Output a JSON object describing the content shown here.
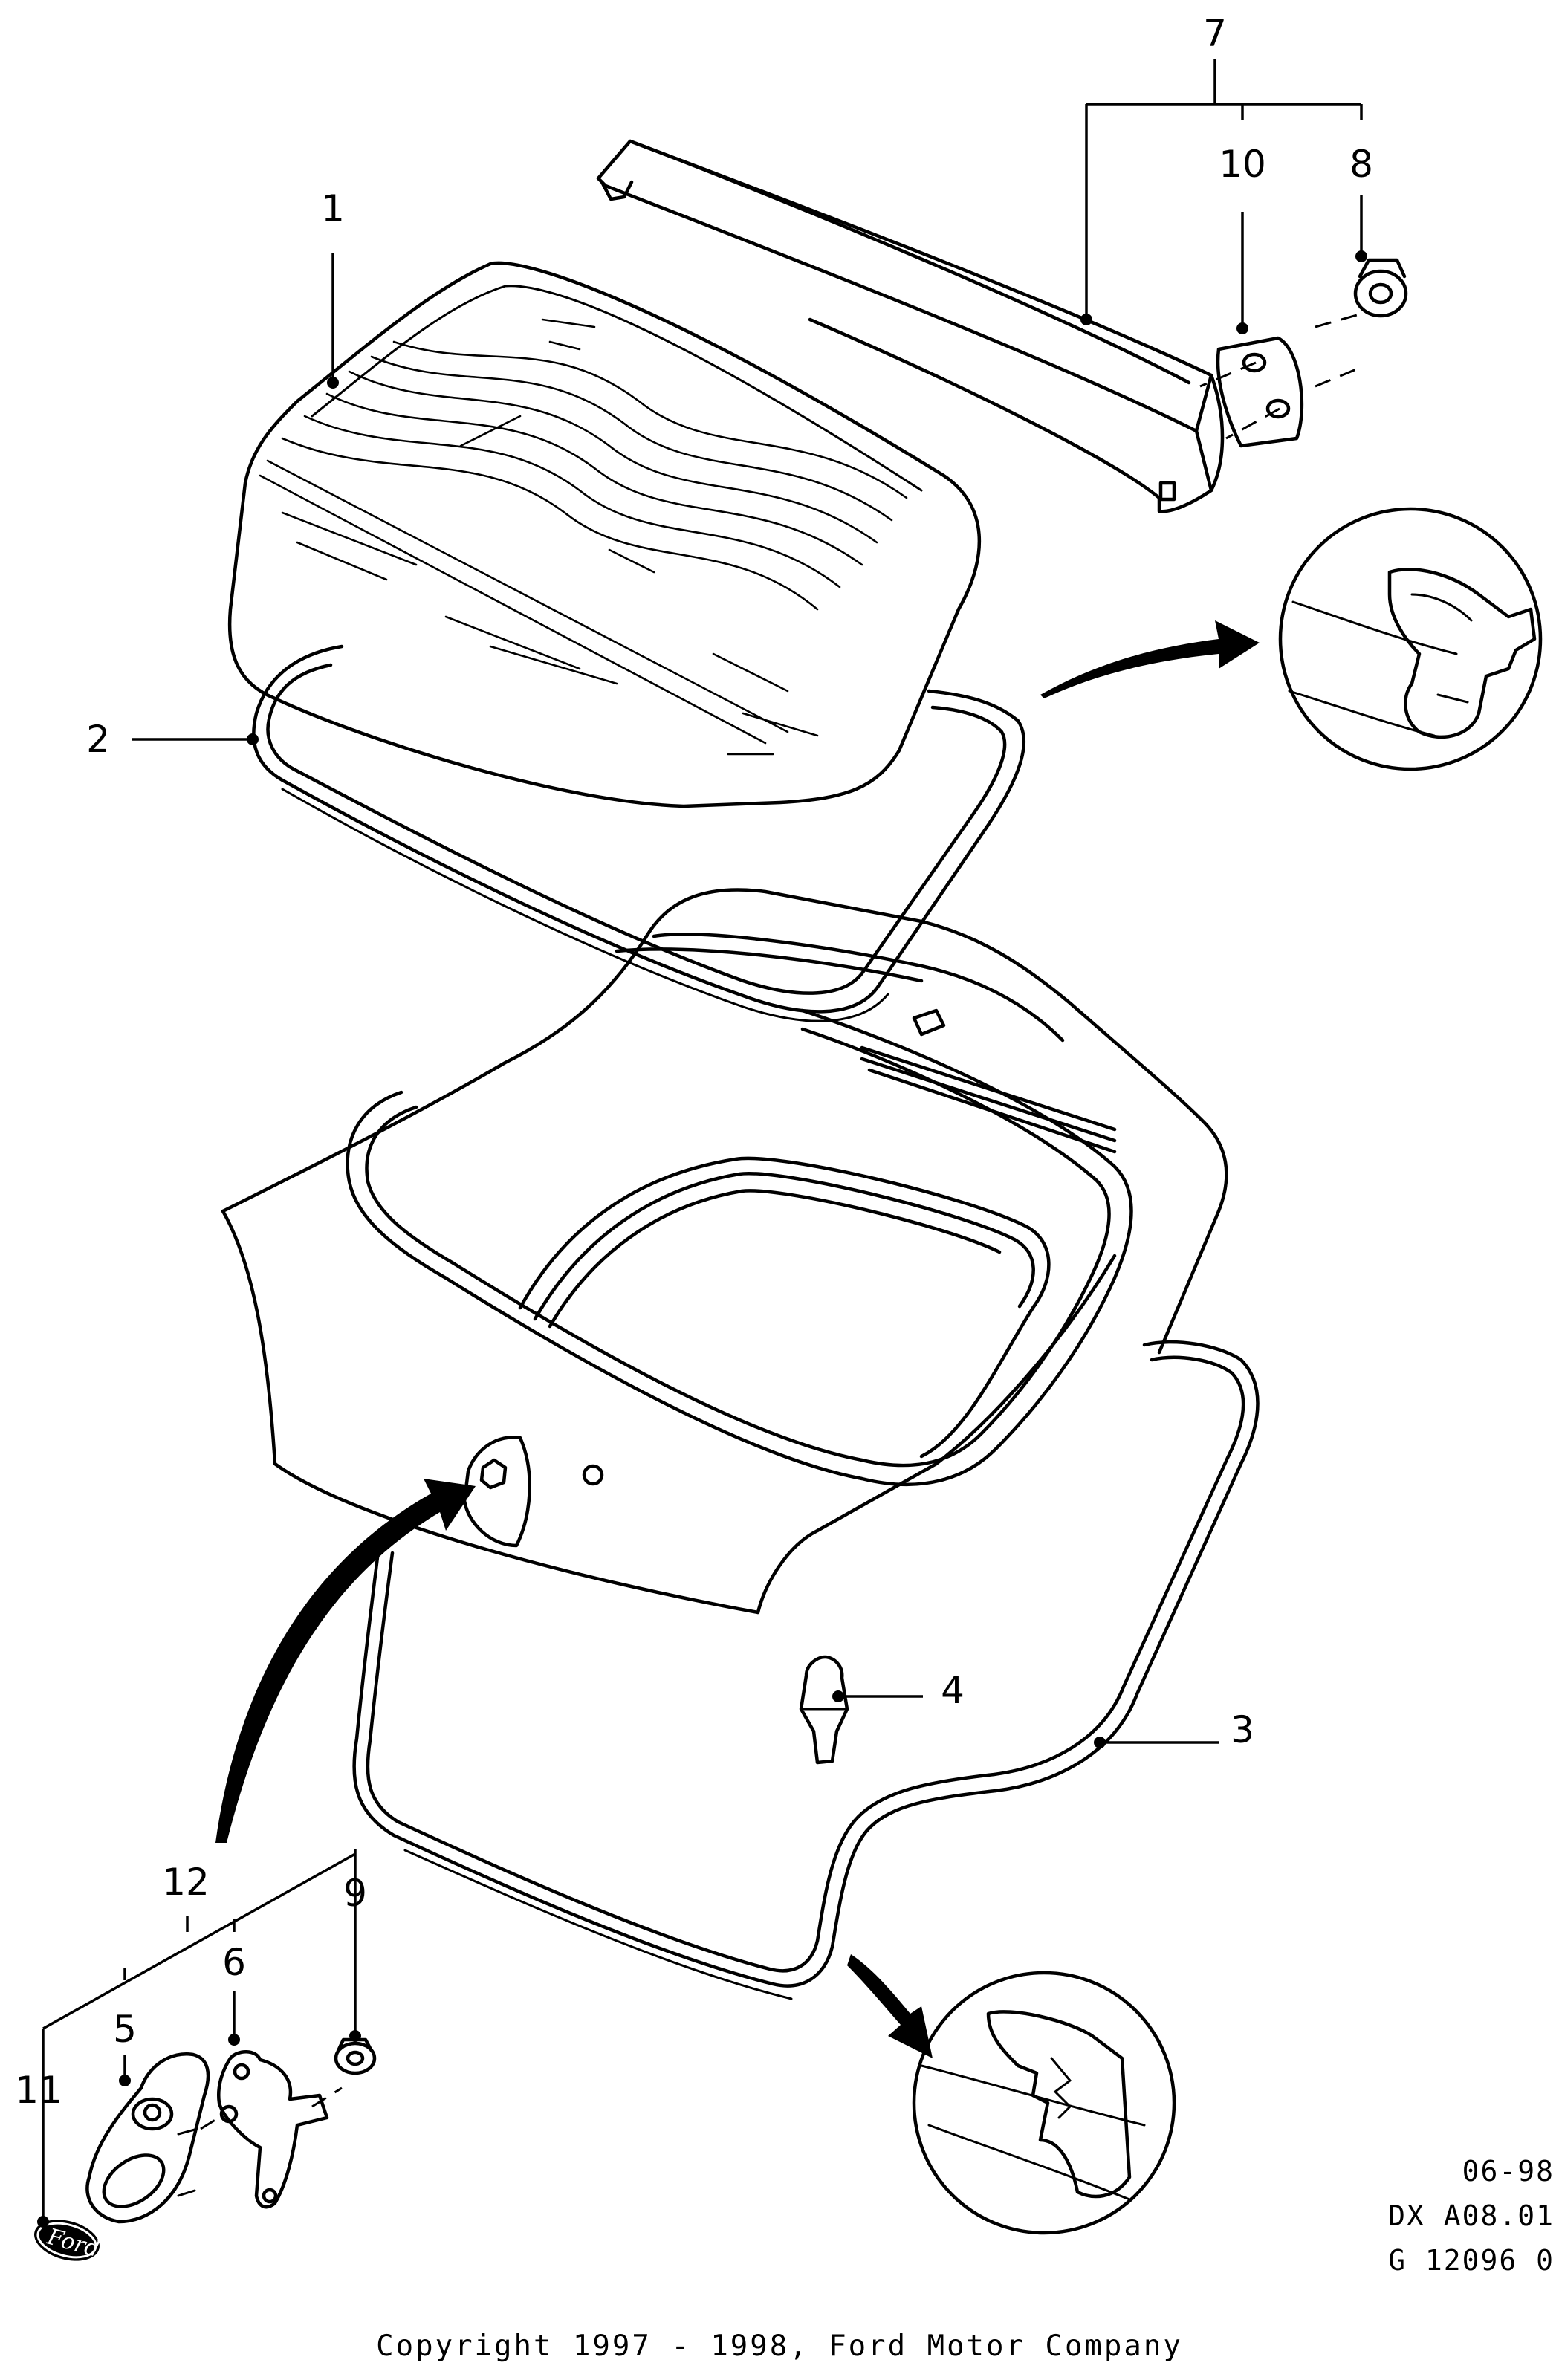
{
  "callouts": {
    "c1": "1",
    "c2": "2",
    "c3": "3",
    "c4": "4",
    "c5": "5",
    "c6": "6",
    "c7": "7",
    "c8": "8",
    "c9": "9",
    "c10": "10",
    "c11": "11",
    "c12": "12"
  },
  "reference": {
    "date": "06-98",
    "code": "DX A08.01",
    "drawing_no": "G 12096 0"
  },
  "copyright": "Copyright 1997 - 1998, Ford Motor Company",
  "logo_text": "Ford",
  "icons": [
    "ford-logo-icon",
    "arrow-icon"
  ]
}
